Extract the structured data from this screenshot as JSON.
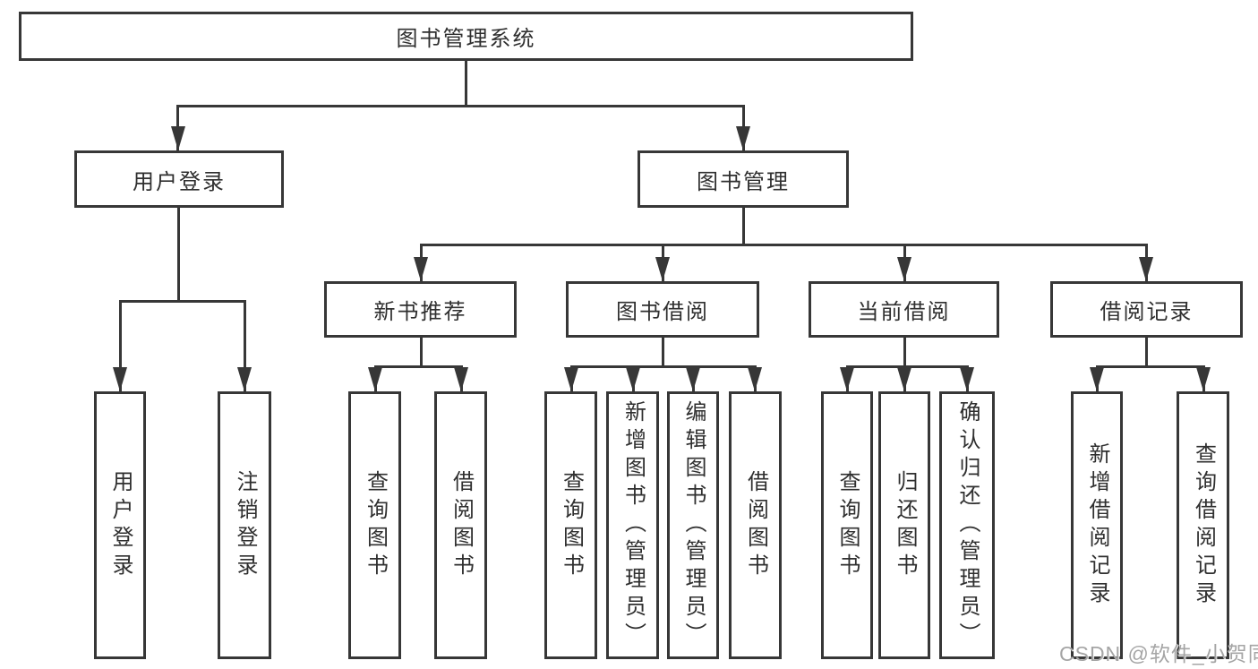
{
  "tree": {
    "root": "图书管理系统",
    "branches": [
      {
        "label": "用户登录",
        "children": [
          "用户登录",
          "注销登录"
        ]
      },
      {
        "label": "图书管理",
        "children": [
          {
            "label": "新书推荐",
            "children": [
              "查询图书",
              "借阅图书"
            ]
          },
          {
            "label": "图书借阅",
            "children": [
              "查询图书",
              "新增图书（管理员）",
              "编辑图书（管理员）",
              "借阅图书"
            ]
          },
          {
            "label": "当前借阅",
            "children": [
              "查询图书",
              "归还图书",
              "确认归还（管理员）"
            ]
          },
          {
            "label": "借阅记录",
            "children": [
              "新增借阅记录",
              "查询借阅记录"
            ]
          }
        ]
      }
    ]
  },
  "watermark": "CSDN @软件_小贺同学",
  "colors": {
    "line": "#373737",
    "text": "#2f2f2f",
    "background": "#ffffff",
    "watermark": "#a5a5a5"
  }
}
